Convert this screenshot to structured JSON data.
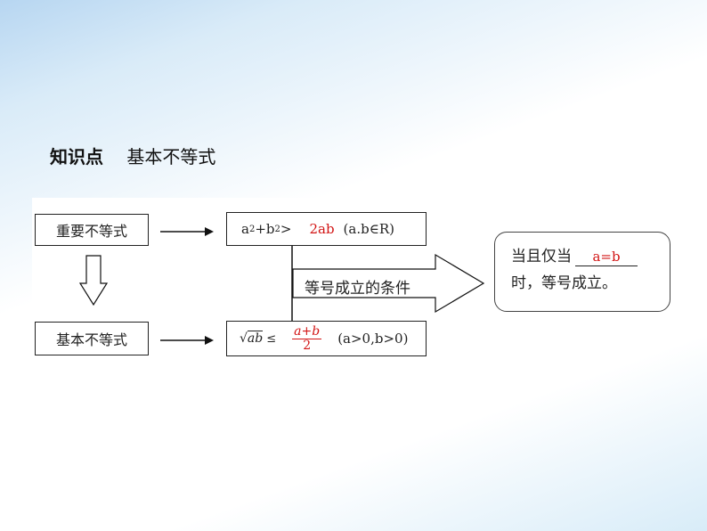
{
  "title": {
    "knowledge_point": "知识点",
    "topic": "基本不等式"
  },
  "left_boxes": {
    "important": "重要不等式",
    "basic": "基本不等式"
  },
  "formula1": {
    "lhs": "a",
    "sq": "2",
    "plus": "+b",
    "sq2": "2",
    "op": ">",
    "answer": "2ab",
    "condition": "(a.b∈R)"
  },
  "formula2": {
    "sqrt_arg": "ab",
    "op": "≤",
    "frac_num": "a+b",
    "frac_den": "2",
    "condition": "(a>0,b>0)"
  },
  "arrow_label": "等号成立的条件",
  "result": {
    "prefix": "当且仅当",
    "answer": "a=b",
    "suffix": "时，等号成立。"
  },
  "colors": {
    "answer": "#d21414"
  }
}
